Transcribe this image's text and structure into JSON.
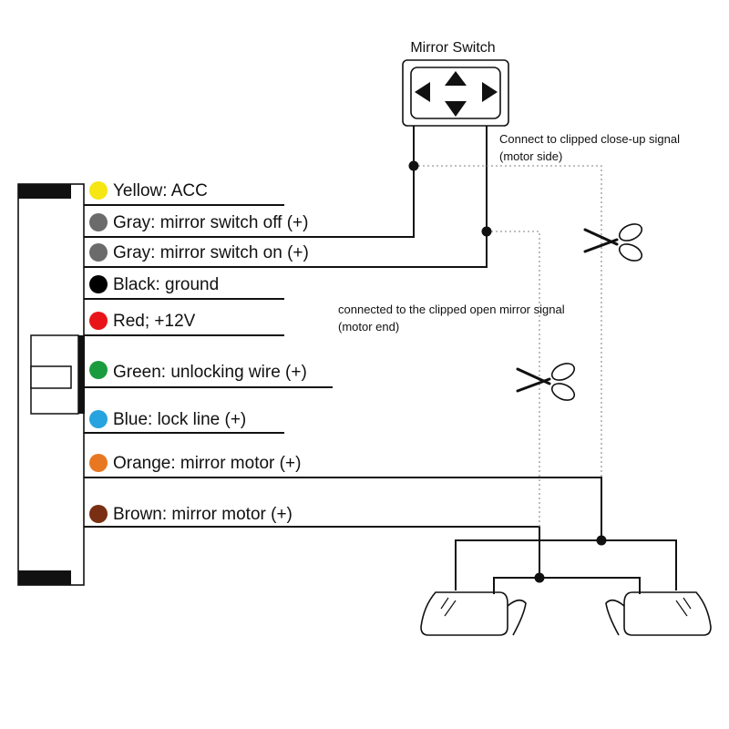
{
  "switch": {
    "title": "Mirror Switch"
  },
  "notes": {
    "close_line1": "Connect to clipped close-up signal",
    "close_line2": "(motor side)",
    "open_line1": "connected to the clipped open mirror signal",
    "open_line2": "(motor end)"
  },
  "wires": [
    {
      "label": "Yellow: ACC",
      "color": "#f5e614"
    },
    {
      "label": "Gray: mirror switch off (+)",
      "color": "#6b6b6b"
    },
    {
      "label": "Gray: mirror switch on (+)",
      "color": "#6b6b6b"
    },
    {
      "label": "Black: ground",
      "color": "#000000"
    },
    {
      "label": "Red; +12V",
      "color": "#e8141a"
    },
    {
      "label": "Green: unlocking wire (+)",
      "color": "#1a9c3e"
    },
    {
      "label": "Blue: lock line (+)",
      "color": "#27a3df"
    },
    {
      "label": "Orange: mirror motor (+)",
      "color": "#e87722"
    },
    {
      "label": "Brown: mirror motor (+)",
      "color": "#7a2f12"
    }
  ]
}
